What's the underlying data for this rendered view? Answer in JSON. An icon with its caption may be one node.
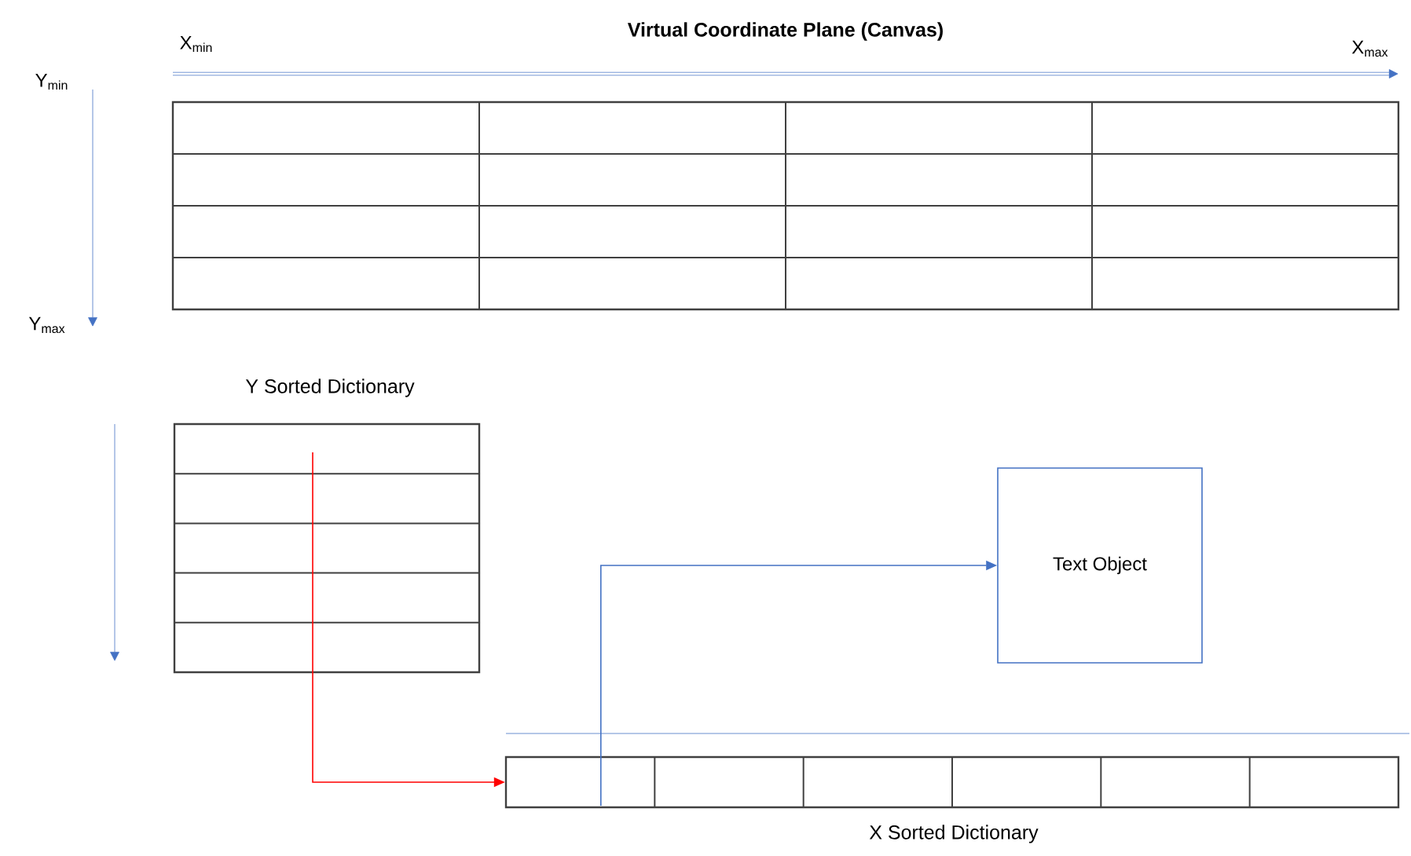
{
  "diagram": {
    "nodes": [
      {
        "text": [
          "Virtual Coordinate Plane (Canvas)"
        ]
      },
      {
        "text": [
          "Y Sorted Dictionary"
        ]
      },
      {
        "text": [
          "X Sorted Dictionary"
        ]
      },
      {
        "text": [
          "Text Object"
        ]
      }
    ],
    "edges": [
      {
        "from": 1,
        "to": 2,
        "arrow": "to",
        "color": "#ff0000"
      },
      {
        "from": 2,
        "to": 3,
        "arrow": "to",
        "color": "#4472c4"
      }
    ],
    "labels": [
      "X$_{min}$",
      "X$_{max}$",
      "Y$_{min}$",
      "Y$_{max}$"
    ]
  }
}
